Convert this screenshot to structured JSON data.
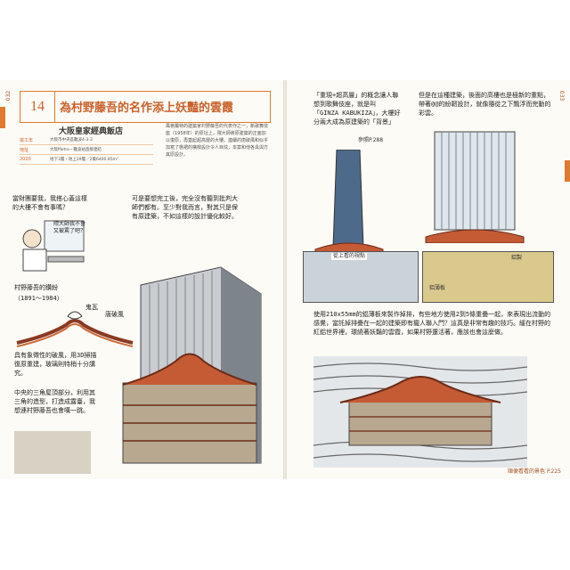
{
  "left_page": {
    "page_number": "032",
    "chapter_number": "14",
    "title": "為村野藤吾的名作添上妖豔的雲霞",
    "subtitle": "大阪皇家經典飯店",
    "info": [
      {
        "key": "竣工年",
        "value": "大阪市中央區難波4-3-3"
      },
      {
        "key": "地址",
        "value": "大阪Metro・難波站直接連結"
      },
      {
        "key": "2020",
        "value": "地下3層・地上29層／2萬6400.85m²"
      }
    ],
    "description": "風格獨特的建築家村野藤吾的代表作之一，新歌舞伎座（1958年）的原址上，隈大師將原建築的正面加以復原，再蓋起超高層的大樓。連續的唐破風和似乎加寫了檐裙的橫樑設計令人目炫，本案和他各具與方其原設計。",
    "bubble1": "當財團要我，我搭心蓋這樣的大樓不會有事嗎？",
    "bubble_small": "隈大師我不會又被罵了吧？",
    "bubble2": "可是要想完工後，完全沒有聽到批判大師們都有。至少對我而言，對其只是保有原建築，不如這樣的設計優化較好。",
    "label_name": "村野藤吾的鑽紛",
    "label_years": "（1891～1984）",
    "label_oniwa": "鬼瓦",
    "label_karahafu": "唐破風",
    "text1": "具有象徵性的破風，用3D掃描復原重建，玻璃則特稍十分講究。",
    "text2": "中央的三角屋頂部分，利用其三角的造型，打造成露臺，我想連村野藤吾也會嘆一跳。"
  },
  "right_page": {
    "page_number": "033",
    "text_top_left": "「重現+超高層」的概念讓人聯想到歌舞伎座，就是叫「GINZA KABUKIZA」，大樓好分兩大成為原建築的「背景」",
    "ref_note": "參照P.288",
    "text_top_right": "但是在這種建築，後面的高樓也是極新的重點，帶著@@的紛韌設計，就像隨從之下飄浮而完動的彩雲。",
    "label_glass": "從上看的視點",
    "label_louver": "鋁製",
    "label_panel": "鋁薄板",
    "text_mid": "使用210x55mm的鋁薄板來製作掉排，有些地方使用2到5條重疊一起，來表現出流動的感覺，當託掉排疊在一起的建築即有攏人聯入門？這真是非常有趣的技巧。緩在村野的紅鋁世界裡，環繞著妖豔的雲霞，如果村野還活著，應該也會這麼做。",
    "footer_note": "順便看看的景色 P.225"
  }
}
